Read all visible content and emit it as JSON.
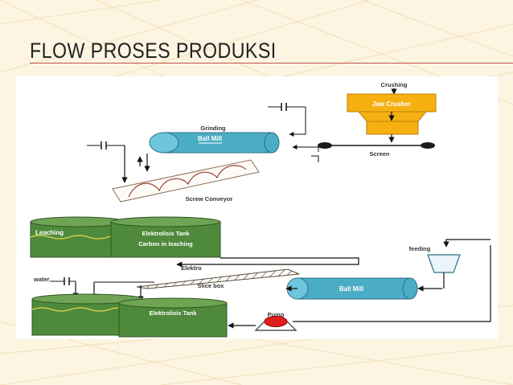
{
  "slide": {
    "title": "FLOW PROSES PRODUKSI"
  },
  "diagram": {
    "labels": {
      "crushing": "Crushing",
      "jaw_crusher": "Jaw Crusher",
      "screen": "Screen",
      "grinding": "Grinding",
      "ball_mill_top": "Ball Mill",
      "screw_conveyor": "Screw Conveyor",
      "leaching": "Leaching",
      "elektrolisis_tank_top": "Elektrolisis Tank",
      "carbon_in_leaching": "Carbon in leaching",
      "feeding": "feeding",
      "elektro": "Elektro",
      "water": "water",
      "slice_box": "Slice box",
      "ball_mill_bottom": "Ball Mill",
      "elektrolisis_tank_bottom": "Elektrolisis Tank",
      "pump": "Pump"
    }
  },
  "colors": {
    "background": "#fdf5e2",
    "diagram_panel": "#ffffff",
    "crusher": "#f6b012",
    "mill": "#4bacc6",
    "tank": "#4f8a3c",
    "pump": "#e01e1e",
    "label_text": "#ffffff",
    "title_rule": "#c0504d"
  }
}
